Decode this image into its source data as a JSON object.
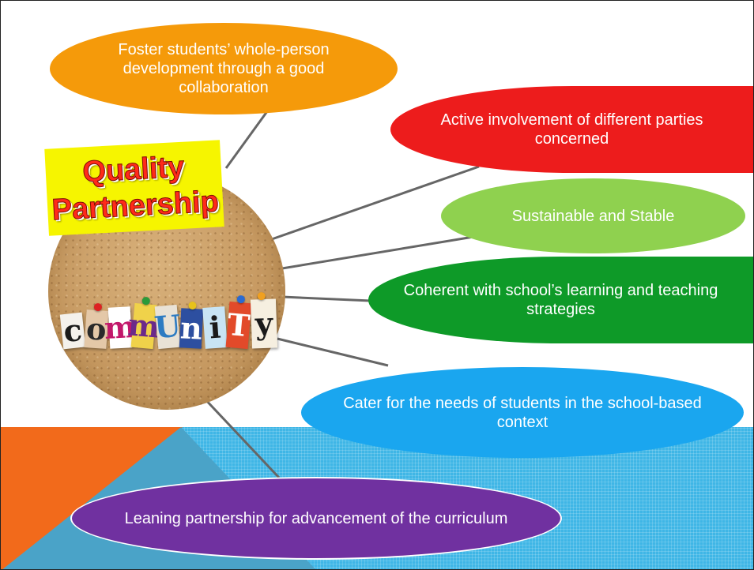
{
  "title": {
    "line1": "Quality",
    "line2": "Partnership"
  },
  "center_image": {
    "word": "community",
    "letters": [
      "c",
      "o",
      "m",
      "m",
      "U",
      "n",
      "i",
      "T",
      "y"
    ]
  },
  "nodes": [
    {
      "id": "whole-person",
      "text": "Foster students’ whole-person development through a good collaboration",
      "color": "#f59a0a"
    },
    {
      "id": "active-involvement",
      "text": "Active involvement of different parties concerned",
      "color": "#ed1c1c"
    },
    {
      "id": "sustainable",
      "text": "Sustainable and Stable",
      "color": "#8fd14f"
    },
    {
      "id": "coherent",
      "text": "Coherent with school’s learning and teaching strategies",
      "color": "#0e9a28"
    },
    {
      "id": "cater-needs",
      "text": "Cater for the needs of students in the school-based context",
      "color": "#1aa6ef"
    },
    {
      "id": "leaning-partnership",
      "text": "Leaning partnership for advancement of the curriculum",
      "color": "#7031a0"
    }
  ],
  "colors": {
    "band": "#3fb6e6",
    "accent_orange": "#f26a1b",
    "title_bg": "#f6f500",
    "title_text": "#ff2a1a",
    "connector": "#666666"
  }
}
